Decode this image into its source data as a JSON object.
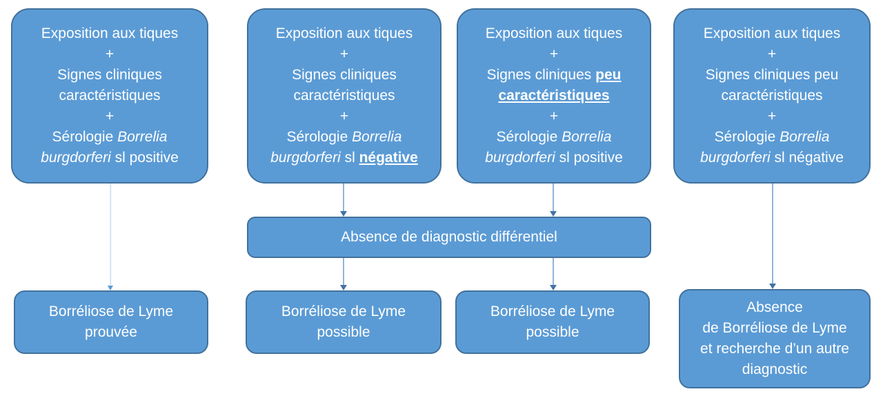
{
  "colors": {
    "box_fill": "#5B9BD5",
    "box_border": "#41719C",
    "box_text": "#FFFFFF",
    "arrow_line": "#8FB4DC",
    "arrow_line_light": "#D4E2F2",
    "arrow_head": "#4472A4",
    "arrow_head_light": "#5B9BD5"
  },
  "top_boxes": [
    {
      "id": "exposure-characteristic-seropositive",
      "lines": [
        [
          {
            "t": "Exposition aux tiques"
          }
        ],
        [
          {
            "t": "+"
          }
        ],
        [
          {
            "t": "Signes cliniques"
          }
        ],
        [
          {
            "t": "caractéristiques"
          }
        ],
        [
          {
            "t": "+"
          }
        ],
        [
          {
            "t": "Sérologie "
          },
          {
            "t": "Borrelia",
            "i": true
          }
        ],
        [
          {
            "t": "burgdorferi",
            "i": true
          },
          {
            "t": " sl positive"
          }
        ]
      ]
    },
    {
      "id": "exposure-characteristic-seronegative",
      "lines": [
        [
          {
            "t": "Exposition aux tiques"
          }
        ],
        [
          {
            "t": "+"
          }
        ],
        [
          {
            "t": "Signes cliniques"
          }
        ],
        [
          {
            "t": "caractéristiques"
          }
        ],
        [
          {
            "t": "+"
          }
        ],
        [
          {
            "t": "Sérologie "
          },
          {
            "t": "Borrelia",
            "i": true
          }
        ],
        [
          {
            "t": "burgdorferi",
            "i": true
          },
          {
            "t": " sl "
          },
          {
            "t": "négative",
            "bu": true
          }
        ]
      ]
    },
    {
      "id": "exposure-atypical-seropositive",
      "lines": [
        [
          {
            "t": "Exposition aux tiques"
          }
        ],
        [
          {
            "t": "+"
          }
        ],
        [
          {
            "t": "Signes cliniques "
          },
          {
            "t": "peu",
            "bu": true
          }
        ],
        [
          {
            "t": "caractéristiques",
            "bu": true
          }
        ],
        [
          {
            "t": "+"
          }
        ],
        [
          {
            "t": "Sérologie "
          },
          {
            "t": "Borrelia",
            "i": true
          }
        ],
        [
          {
            "t": "burgdorferi",
            "i": true
          },
          {
            "t": " sl positive"
          }
        ]
      ]
    },
    {
      "id": "exposure-atypical-seronegative",
      "lines": [
        [
          {
            "t": "Exposition aux tiques"
          }
        ],
        [
          {
            "t": "+"
          }
        ],
        [
          {
            "t": "Signes cliniques peu"
          }
        ],
        [
          {
            "t": "caractéristiques"
          }
        ],
        [
          {
            "t": "+"
          }
        ],
        [
          {
            "t": "Sérologie "
          },
          {
            "t": "Borrelia",
            "i": true
          }
        ],
        [
          {
            "t": "burgdorferi",
            "i": true
          },
          {
            "t": " sl négative"
          }
        ]
      ]
    }
  ],
  "middle_box": {
    "lines": [
      [
        {
          "t": "Absence de diagnostic différentiel"
        }
      ]
    ]
  },
  "bottom_boxes": [
    {
      "id": "lyme-proven",
      "lines": [
        [
          {
            "t": "Borréliose de Lyme"
          }
        ],
        [
          {
            "t": "prouvée"
          }
        ]
      ]
    },
    {
      "id": "lyme-possible-1",
      "lines": [
        [
          {
            "t": "Borréliose de Lyme"
          }
        ],
        [
          {
            "t": "possible"
          }
        ]
      ]
    },
    {
      "id": "lyme-possible-2",
      "lines": [
        [
          {
            "t": "Borréliose de Lyme"
          }
        ],
        [
          {
            "t": "possible"
          }
        ]
      ]
    },
    {
      "id": "lyme-absent",
      "lines": [
        [
          {
            "t": "Absence"
          }
        ],
        [
          {
            "t": "de Borréliose de Lyme"
          }
        ],
        [
          {
            "t": "et recherche d’un autre"
          }
        ],
        [
          {
            "t": "diagnostic"
          }
        ]
      ]
    }
  ]
}
